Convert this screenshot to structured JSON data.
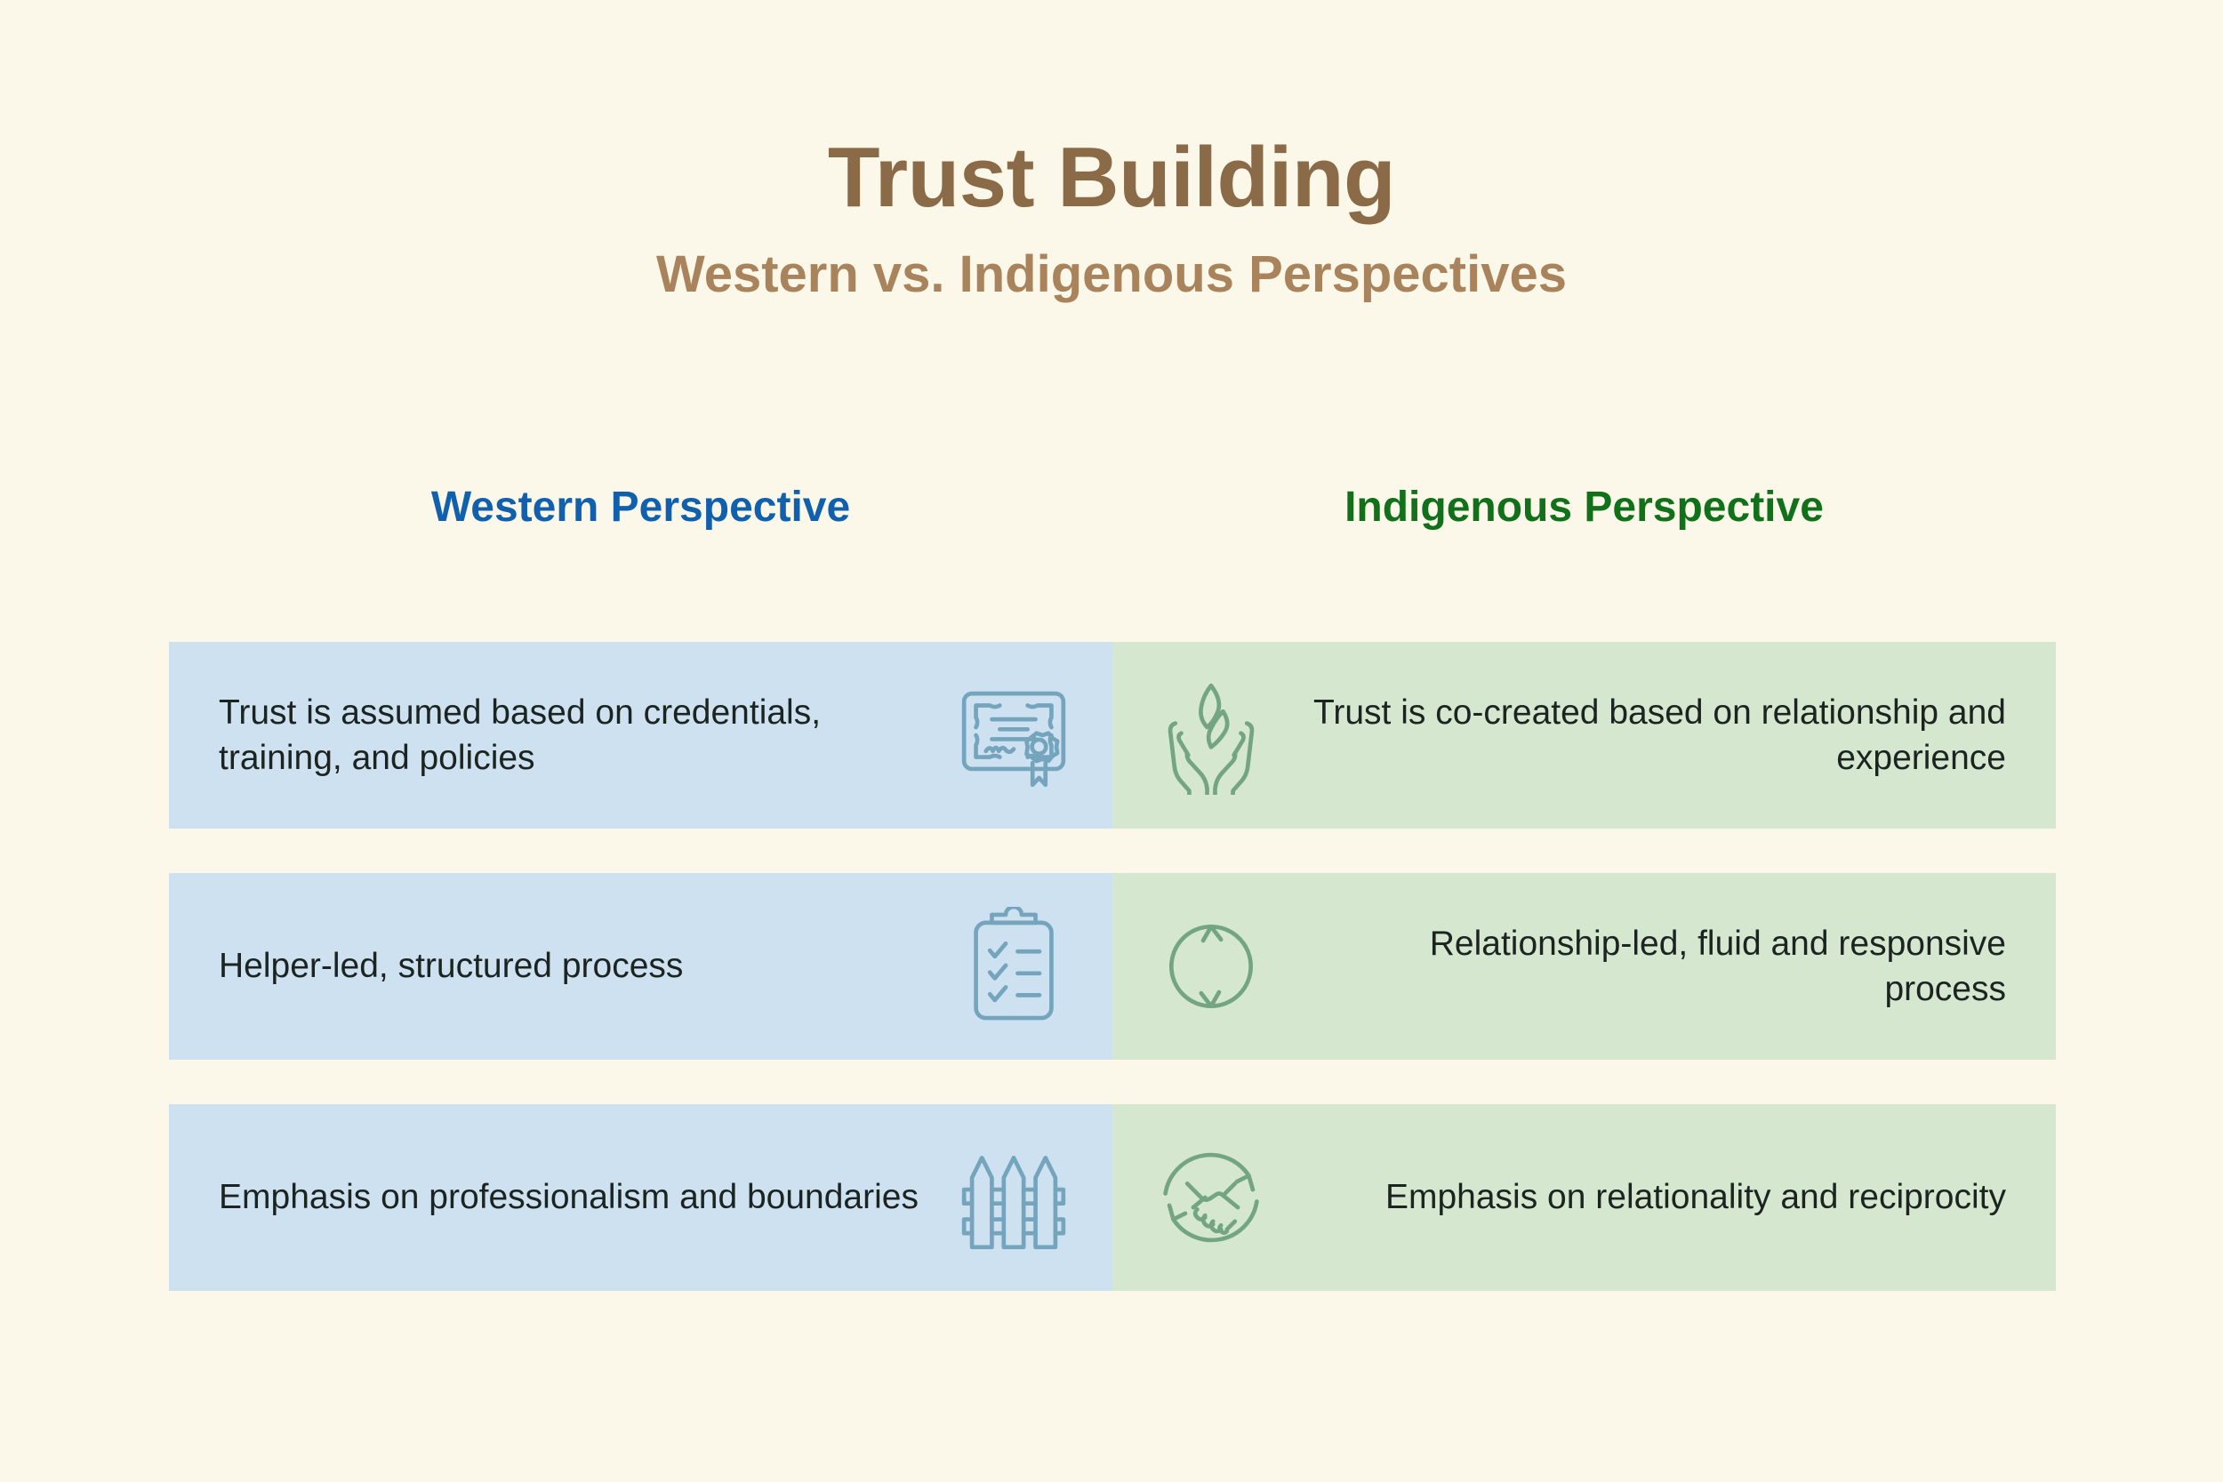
{
  "header": {
    "title": "Trust Building",
    "subtitle": "Western vs. Indigenous Perspectives",
    "title_color": "#8a6a47",
    "subtitle_color": "#a9835c"
  },
  "columns": {
    "western_label": "Western Perspective",
    "indigenous_label": "Indigenous Perspective",
    "western_color": "#1160ae",
    "indigenous_color": "#11711a",
    "western_bg": "#cee1f0",
    "indigenous_bg": "#d6e7cf",
    "western_icon_color": "#74a5bd",
    "indigenous_icon_color": "#74a583"
  },
  "page": {
    "background": "#fbf8e9",
    "body_text_color": "#1b2420"
  },
  "rows": [
    {
      "western_text": "Trust is assumed based on credentials, training, and policies",
      "western_icon": "certificate-icon",
      "indigenous_text": "Trust is co-created based on relationship and experience",
      "indigenous_icon": "hands-holding-flame-icon"
    },
    {
      "western_text": "Helper-led, structured process",
      "western_icon": "clipboard-checklist-icon",
      "indigenous_text": "Relationship-led, fluid and responsive process",
      "indigenous_icon": "cycle-arrows-icon"
    },
    {
      "western_text": "Emphasis on professionalism and boundaries",
      "western_icon": "fence-icon",
      "indigenous_text": "Emphasis on relationality and reciprocity",
      "indigenous_icon": "handshake-cycle-icon"
    }
  ]
}
